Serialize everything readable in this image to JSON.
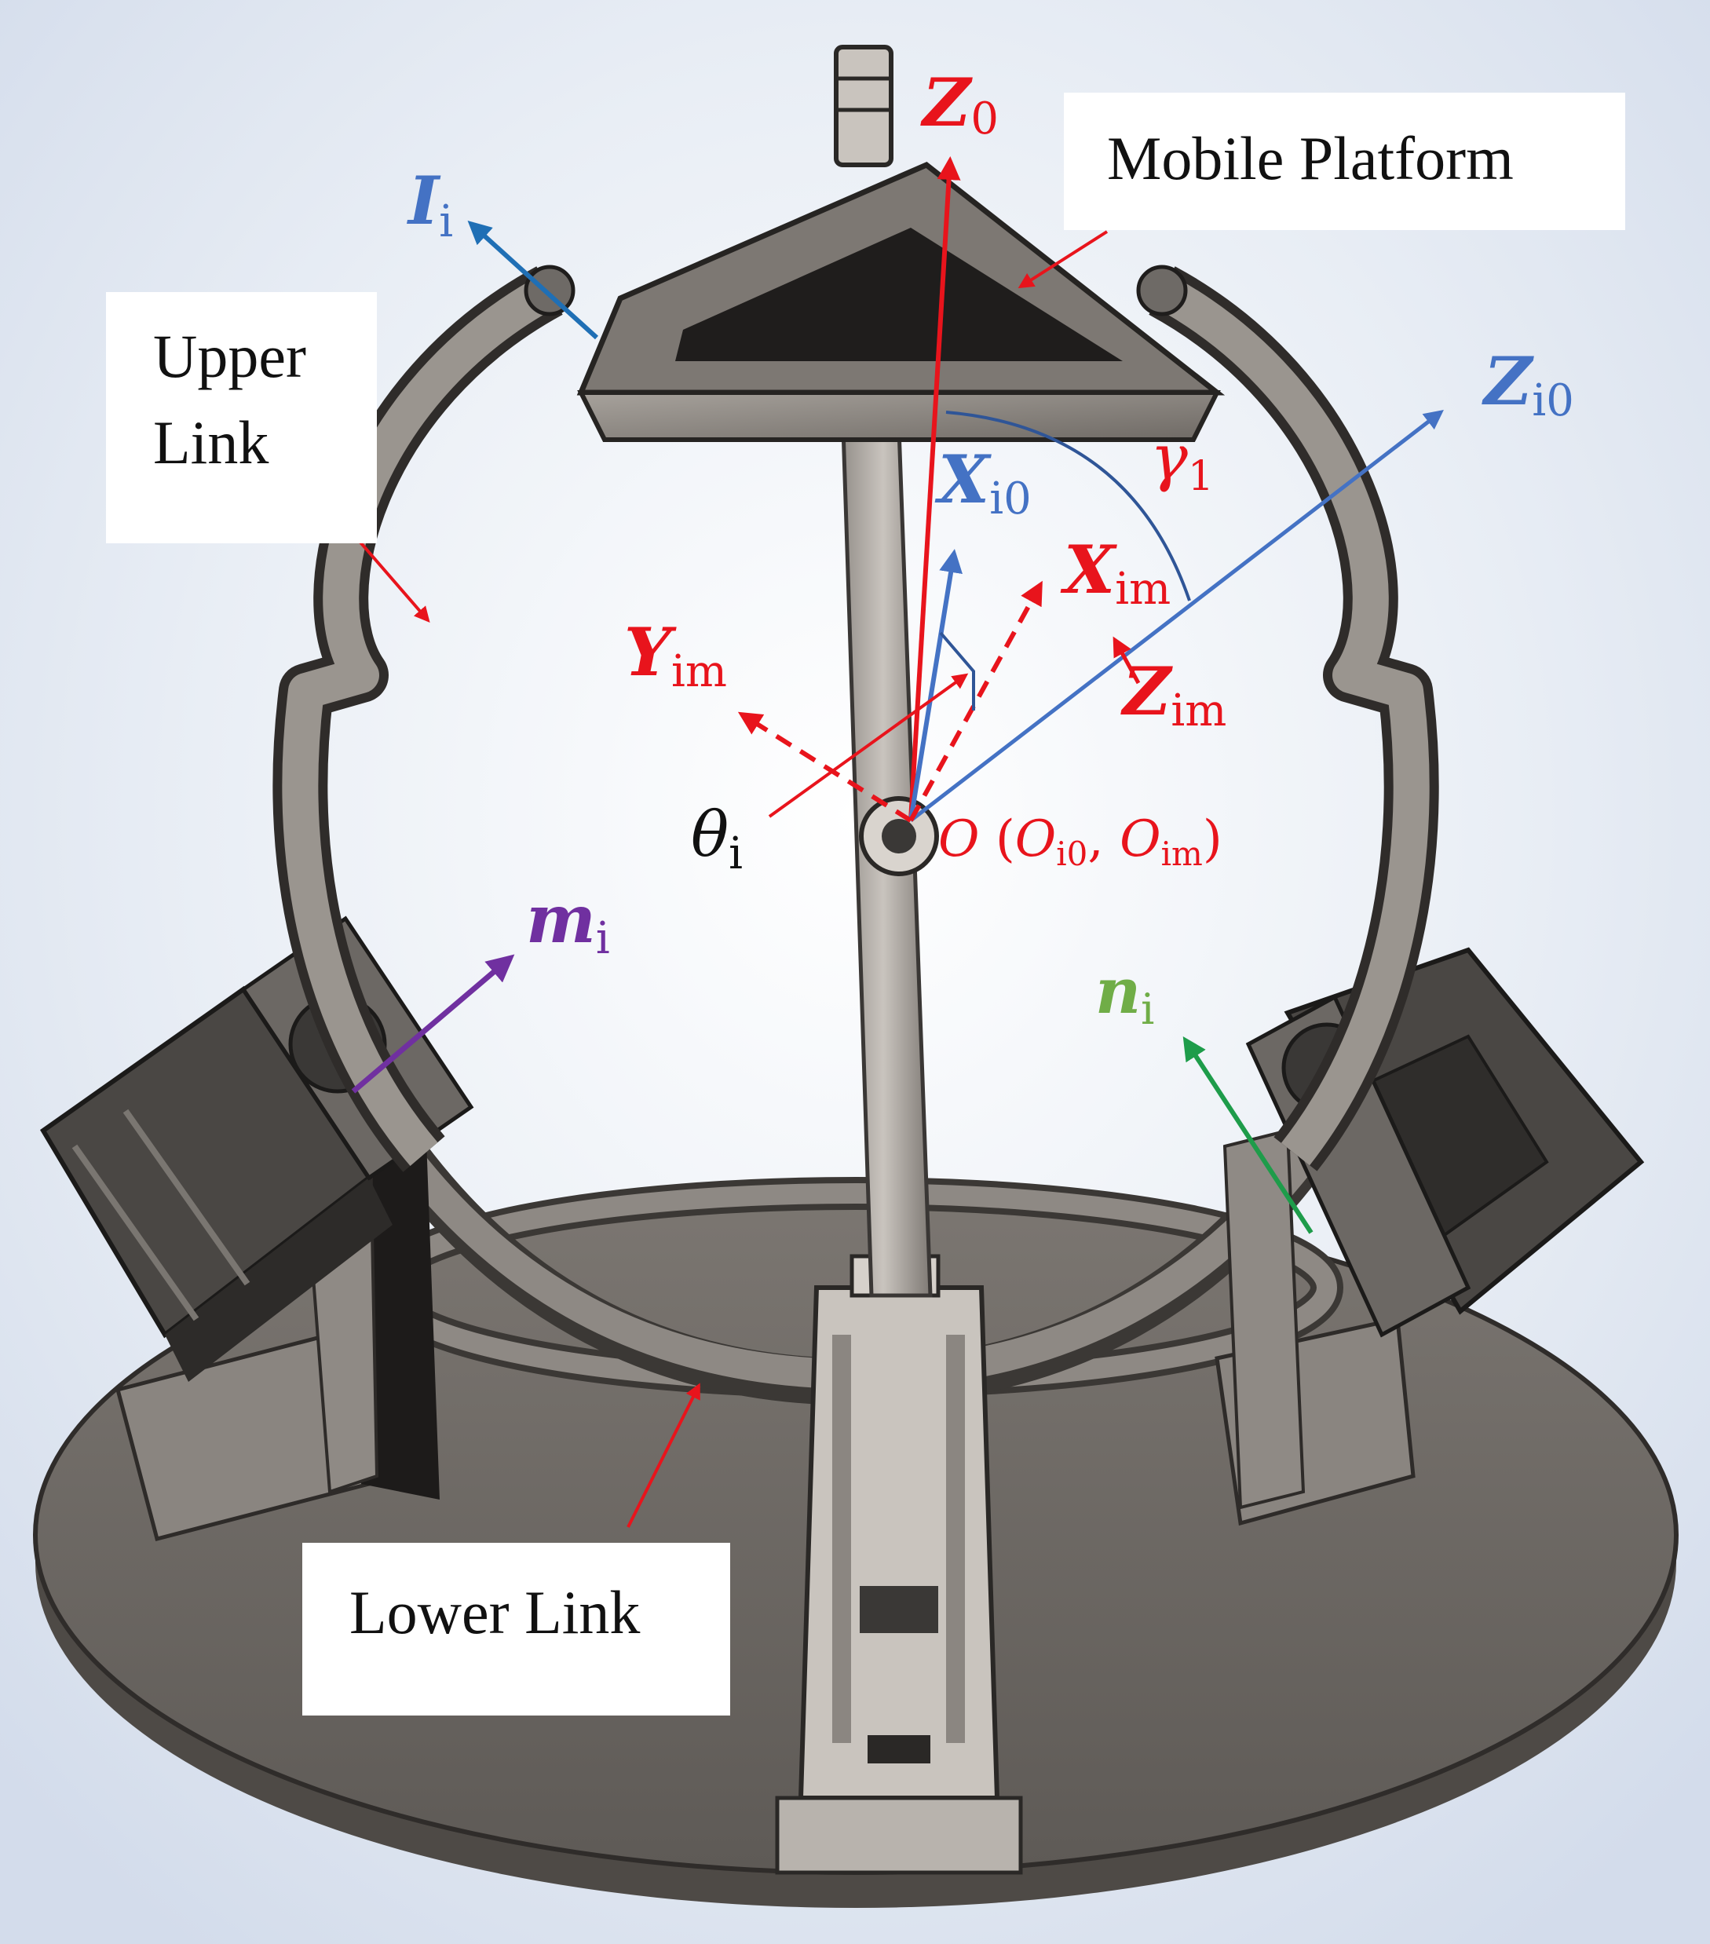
{
  "labels": {
    "mobile_platform": "Mobile Platform",
    "upper_link_1": "Upper",
    "upper_link_2": "Link",
    "lower_link": "Lower Link"
  },
  "axes": {
    "z0": {
      "main": "Z",
      "sub": "0"
    },
    "ii": {
      "main": "I",
      "sub": "i"
    },
    "zi0": {
      "main": "Z",
      "sub": "i0"
    },
    "xi0": {
      "main": "X",
      "sub": "i0"
    },
    "gamma1": {
      "main": "γ",
      "sub": "1"
    },
    "xim": {
      "main": "X",
      "sub": "im"
    },
    "yim": {
      "main": "Y",
      "sub": "im"
    },
    "zim": {
      "main": "Z",
      "sub": "im"
    },
    "theta": {
      "main": "θ",
      "sub": "i"
    },
    "origin": {
      "o": "O",
      "open": " (",
      "o1": "O",
      "s1": "i0",
      "comma": ", ",
      "o2": "O",
      "s2": "im",
      "close": ")"
    },
    "mi": {
      "main": "m",
      "sub": "i"
    },
    "ni": {
      "main": "n",
      "sub": "i"
    }
  },
  "colors": {
    "red": "#e8141c",
    "blue": "#4472c4",
    "purple": "#7030a0",
    "green": "#70ad47",
    "metal": "#8c8680",
    "metal_dark": "#4f4b47",
    "background": "#e3eaf3"
  }
}
